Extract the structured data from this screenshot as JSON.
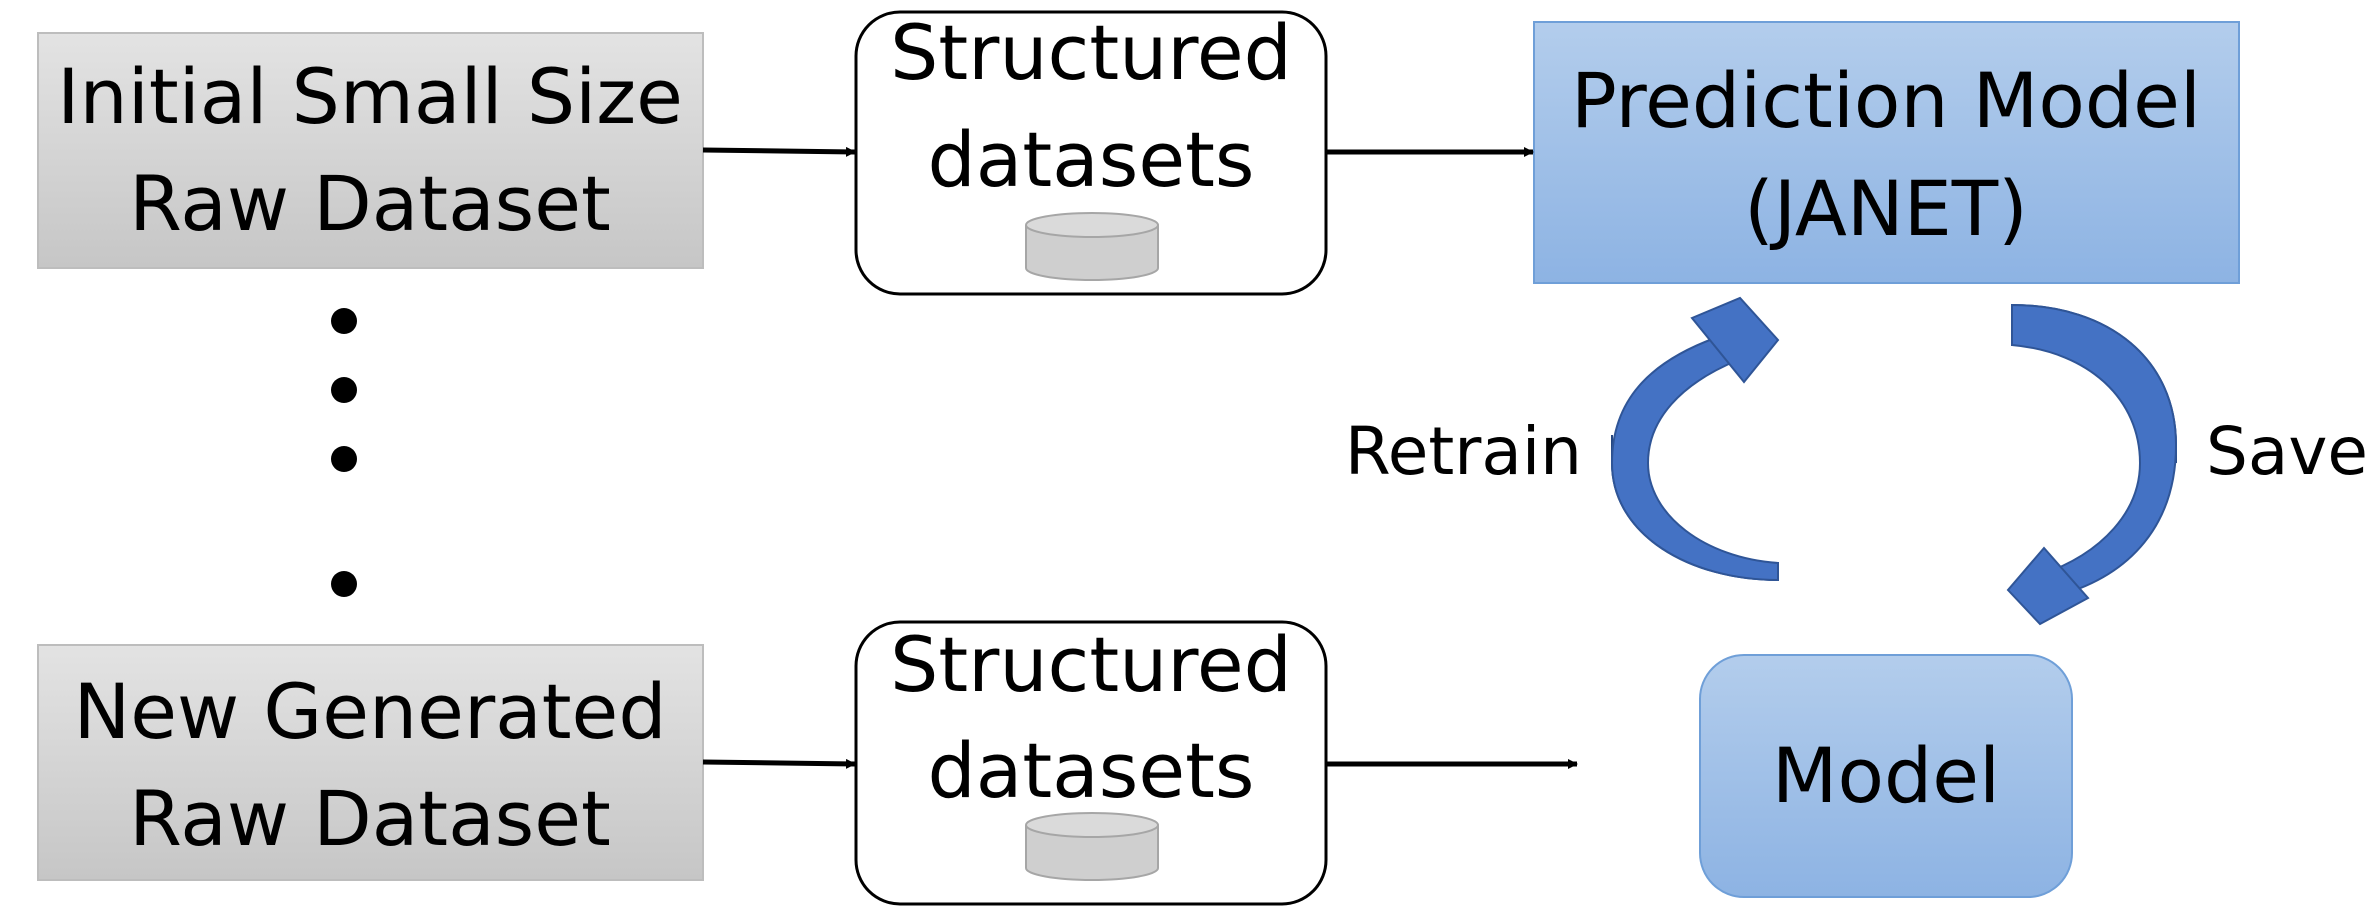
{
  "raw_top": {
    "line1": "Initial Small Size",
    "line2": "Raw Dataset"
  },
  "raw_bottom": {
    "line1": "New Generated",
    "line2": "Raw Dataset"
  },
  "structured_top": {
    "line1": "Structured",
    "line2": "datasets"
  },
  "structured_bottom": {
    "line1": "Structured",
    "line2": "datasets"
  },
  "prediction": {
    "line1": "Prediction Model",
    "line2": "(JANET)"
  },
  "model": {
    "label": "Model"
  },
  "labels": {
    "retrain": "Retrain",
    "save": "Save"
  },
  "colors": {
    "raw_box_top": "#e3e3e3",
    "raw_box_bottom": "#c6c6c6",
    "blue_box_top": "#b3cdec",
    "blue_box_bottom": "#8db3e3",
    "blue_border": "#6f9fd8",
    "cycle_arrow_light": "#4472c4",
    "cycle_arrow_dark": "#2f5597",
    "cylinder_fill": "#cfcfcf",
    "cylinder_stroke": "#a6a6a6"
  }
}
